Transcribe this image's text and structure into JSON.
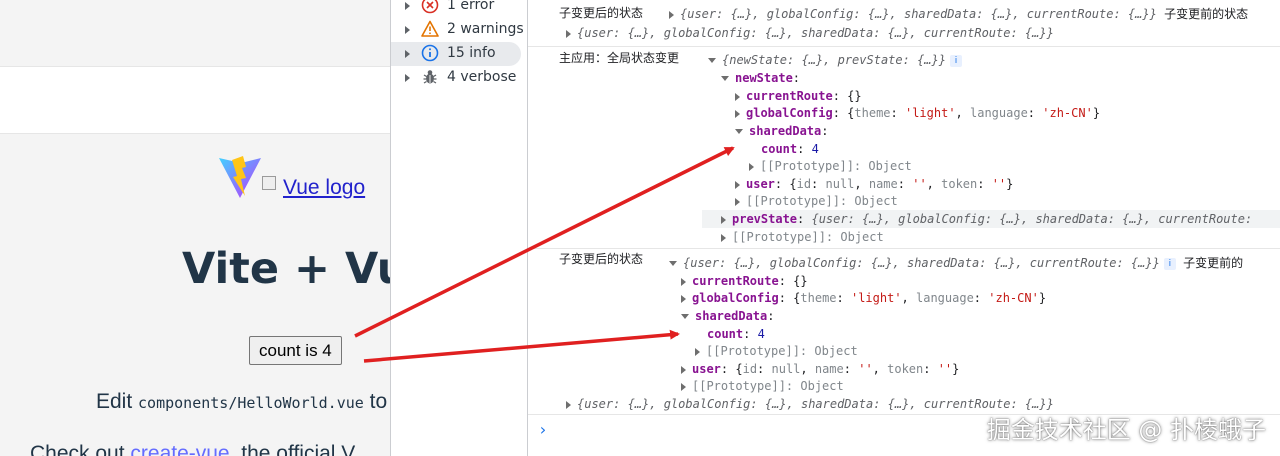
{
  "app": {
    "vue_logo_alt": "Vue logo",
    "title": "Vite + Vu",
    "count_button": "count is 4",
    "edit_prefix": "Edit ",
    "edit_code": "components/HelloWorld.vue",
    "edit_suffix": " to",
    "check_prefix": "Check out ",
    "check_link": "create-vue",
    "check_suffix": ", the official V"
  },
  "sidebar": {
    "items": [
      {
        "label": "1 error",
        "icon": "error-icon"
      },
      {
        "label": "2 warnings",
        "icon": "warning-icon"
      },
      {
        "label": "15 info",
        "icon": "info-icon"
      },
      {
        "label": "4 verbose",
        "icon": "bug-icon"
      }
    ]
  },
  "console": {
    "entry1": {
      "label": "子变更后的状态",
      "obj": "{user: {…}, globalConfig: {…}, sharedData: {…}, currentRoute: {…}}",
      "trailing": "子变更前的状态",
      "second_obj": "{user: {…}, globalConfig: {…}, sharedData: {…}, currentRoute: {…}}"
    },
    "entry2": {
      "label": "主应用：全局状态变更",
      "preview": "{newState: {…}, prevState: {…}}",
      "new_state_key": "newState",
      "current_route_key": "currentRoute",
      "current_route_val": "{}",
      "global_config_key": "globalConfig",
      "theme_key": "theme",
      "theme_val": "'light'",
      "language_key": "language",
      "language_val": "'zh-CN'",
      "shared_data_key": "sharedData",
      "count_key": "count",
      "count_val": "4",
      "prototype_object": "[[Prototype]]: Object",
      "user_key": "user",
      "id_key": "id",
      "id_val": "null",
      "name_key": "name",
      "name_val": "''",
      "token_key": "token",
      "token_val": "''",
      "prev_state_key": "prevState",
      "prev_state_val": "{user: {…}, globalConfig: {…}, sharedData: {…}, currentRoute:"
    },
    "entry3": {
      "label": "子变更后的状态",
      "preview": "{user: {…}, globalConfig: {…}, sharedData: {…}, currentRoute: {…}}",
      "trailing": "子变更前的",
      "footer_obj": "{user: {…}, globalConfig: {…}, sharedData: {…}, currentRoute: {…}}"
    },
    "prompt": "›"
  },
  "watermark": "掘金技术社区 @ 扑棱蛾子",
  "colors": {
    "annotation_arrow": "#e02020",
    "vite_purple": "#a855f7",
    "vite_yellow": "#ffc517",
    "error_red": "#d93025",
    "warning_orange": "#e37400",
    "info_blue": "#1a73e8"
  }
}
